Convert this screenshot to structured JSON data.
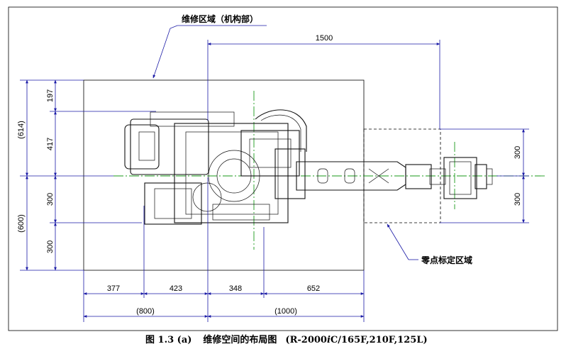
{
  "labels": {
    "maintenance_area": "维修区域（机构部）",
    "zero_calibration_area": "零点标定区域",
    "caption_prefix": "图 1.3 (a)",
    "caption_title": "维修空间的布局图",
    "caption_models_pre": "(R-2000",
    "caption_models_italic": "i",
    "caption_models_post": "C/165F,210F,125L)"
  },
  "dimensions": {
    "top_1500": "1500",
    "left_614": "(614)",
    "left_600": "(600)",
    "left_197": "197",
    "left_417": "417",
    "left_300_upper": "300",
    "left_300_lower": "300",
    "right_300_upper": "300",
    "right_300_lower": "300",
    "bottom_377": "377",
    "bottom_423": "423",
    "bottom_348": "348",
    "bottom_652": "652",
    "bottom_800": "(800)",
    "bottom_1000": "(1000)"
  },
  "colors": {
    "dimension_lines": "#1a1aa6",
    "center_lines": "#1a9a1a",
    "outline": "#000000"
  }
}
